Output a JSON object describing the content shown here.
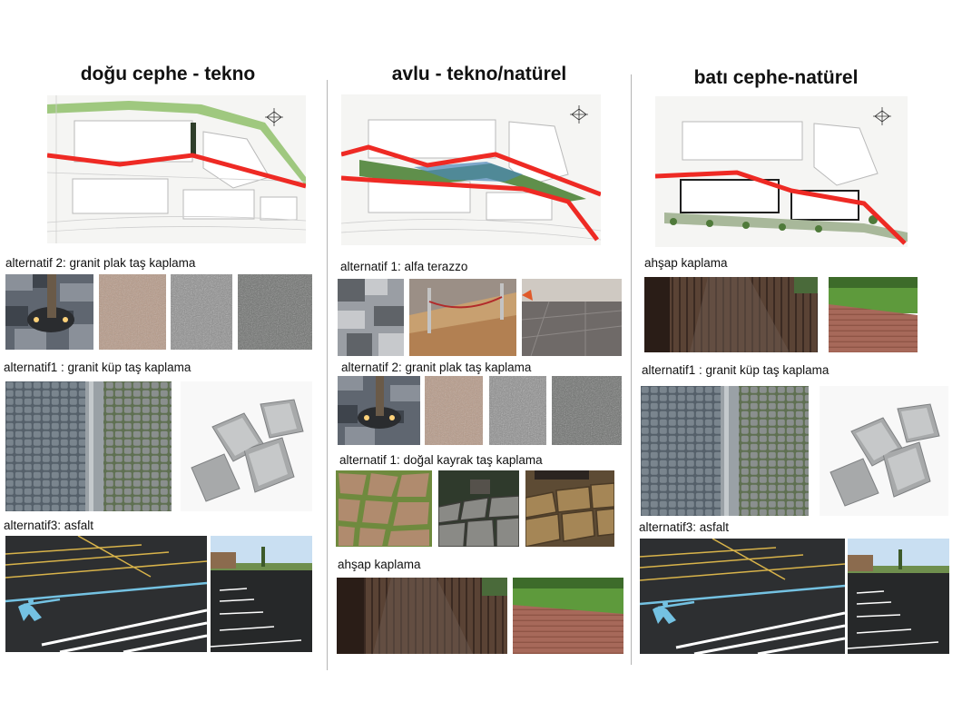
{
  "columns": [
    {
      "title": "doğu cephe - tekno",
      "sections": [
        {
          "label": "alternatif 2: granit plak  taş kaplama"
        },
        {
          "label": "alternatif1 : granit küp taş kaplama"
        },
        {
          "label": "alternatif3: asfalt"
        }
      ]
    },
    {
      "title": "avlu - tekno/natürel",
      "sections": [
        {
          "label": "alternatif 1: alfa terazzo"
        },
        {
          "label": "alternatif 2: granit plak  taş kaplama"
        },
        {
          "label": "alternatif 1: doğal kayrak taş kaplama"
        },
        {
          "label": "ahşap kaplama"
        }
      ]
    },
    {
      "title": "batı cephe-natürel",
      "sections": [
        {
          "label": "ahşap kaplama"
        },
        {
          "label": "alternatif1 : granit küp taş kaplama"
        },
        {
          "label": "alternatif3: asfalt"
        }
      ]
    }
  ],
  "colors": {
    "section_line": "#ee2a24",
    "divider": "#b5b5b5",
    "parking_blue": "#74c2e2"
  }
}
